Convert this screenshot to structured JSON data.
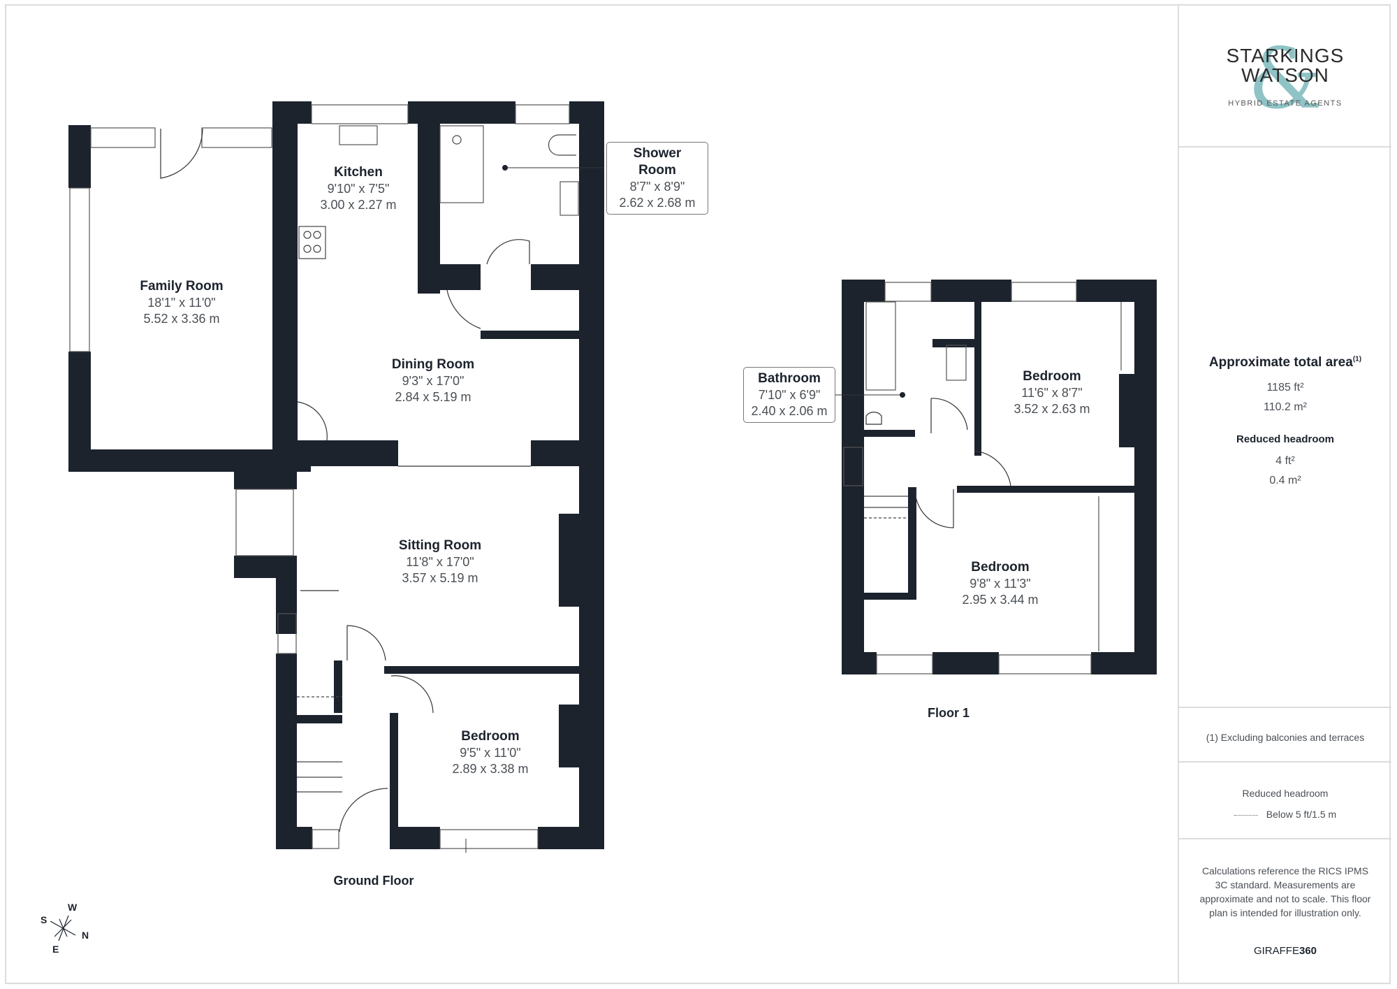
{
  "brand": {
    "name_line1": "STARKINGS",
    "name_line2": "WATSON",
    "ampersand": "&",
    "tagline": "HYBRID ESTATE AGENTS",
    "accent_color": "#8fc3c6"
  },
  "colors": {
    "wall": "#1c232d",
    "frame": "#dcdcdc"
  },
  "ground_floor": {
    "title": "Ground Floor",
    "rooms": [
      {
        "name": "Family Room",
        "imperial": "18'1\" x 11'0\"",
        "metric": "5.52 x 3.36 m"
      },
      {
        "name": "Kitchen",
        "imperial": "9'10\" x 7'5\"",
        "metric": "3.00 x 2.27 m"
      },
      {
        "name": "Shower Room",
        "imperial": "8'7\" x 8'9\"",
        "metric": "2.62 x 2.68 m"
      },
      {
        "name": "Dining Room",
        "imperial": "9'3\" x 17'0\"",
        "metric": "2.84 x 5.19 m"
      },
      {
        "name": "Sitting Room",
        "imperial": "11'8\" x 17'0\"",
        "metric": "3.57 x 5.19 m"
      },
      {
        "name": "Bedroom",
        "imperial": "9'5\" x 11'0\"",
        "metric": "2.89 x 3.38 m"
      }
    ]
  },
  "floor_1": {
    "title": "Floor 1",
    "rooms": [
      {
        "name": "Bathroom",
        "imperial": "7'10\" x 6'9\"",
        "metric": "2.40 x 2.06 m"
      },
      {
        "name": "Bedroom",
        "imperial": "11'6\" x 8'7\"",
        "metric": "3.52 x 2.63 m"
      },
      {
        "name": "Bedroom",
        "imperial": "9'8\" x 11'3\"",
        "metric": "2.95 x 3.44 m"
      }
    ]
  },
  "compass": {
    "n": "N",
    "s": "S",
    "e": "E",
    "w": "W"
  },
  "summary": {
    "total_area_title": "Approximate total area",
    "total_area_sup": "(1)",
    "total_ft": "1185 ft²",
    "total_m": "110.2 m²",
    "reduced_title": "Reduced headroom",
    "reduced_ft": "4 ft²",
    "reduced_m": "0.4 m²",
    "footnote": "(1) Excluding balconies and terraces",
    "legend_title": "Reduced headroom",
    "legend_label": "Below 5 ft/1.5 m",
    "disclaimer": "Calculations reference the RICS IPMS 3C standard. Measurements are approximate and not to scale. This floor plan is intended for illustration only.",
    "credit_light": "GIRAFFE",
    "credit_bold": "360"
  }
}
